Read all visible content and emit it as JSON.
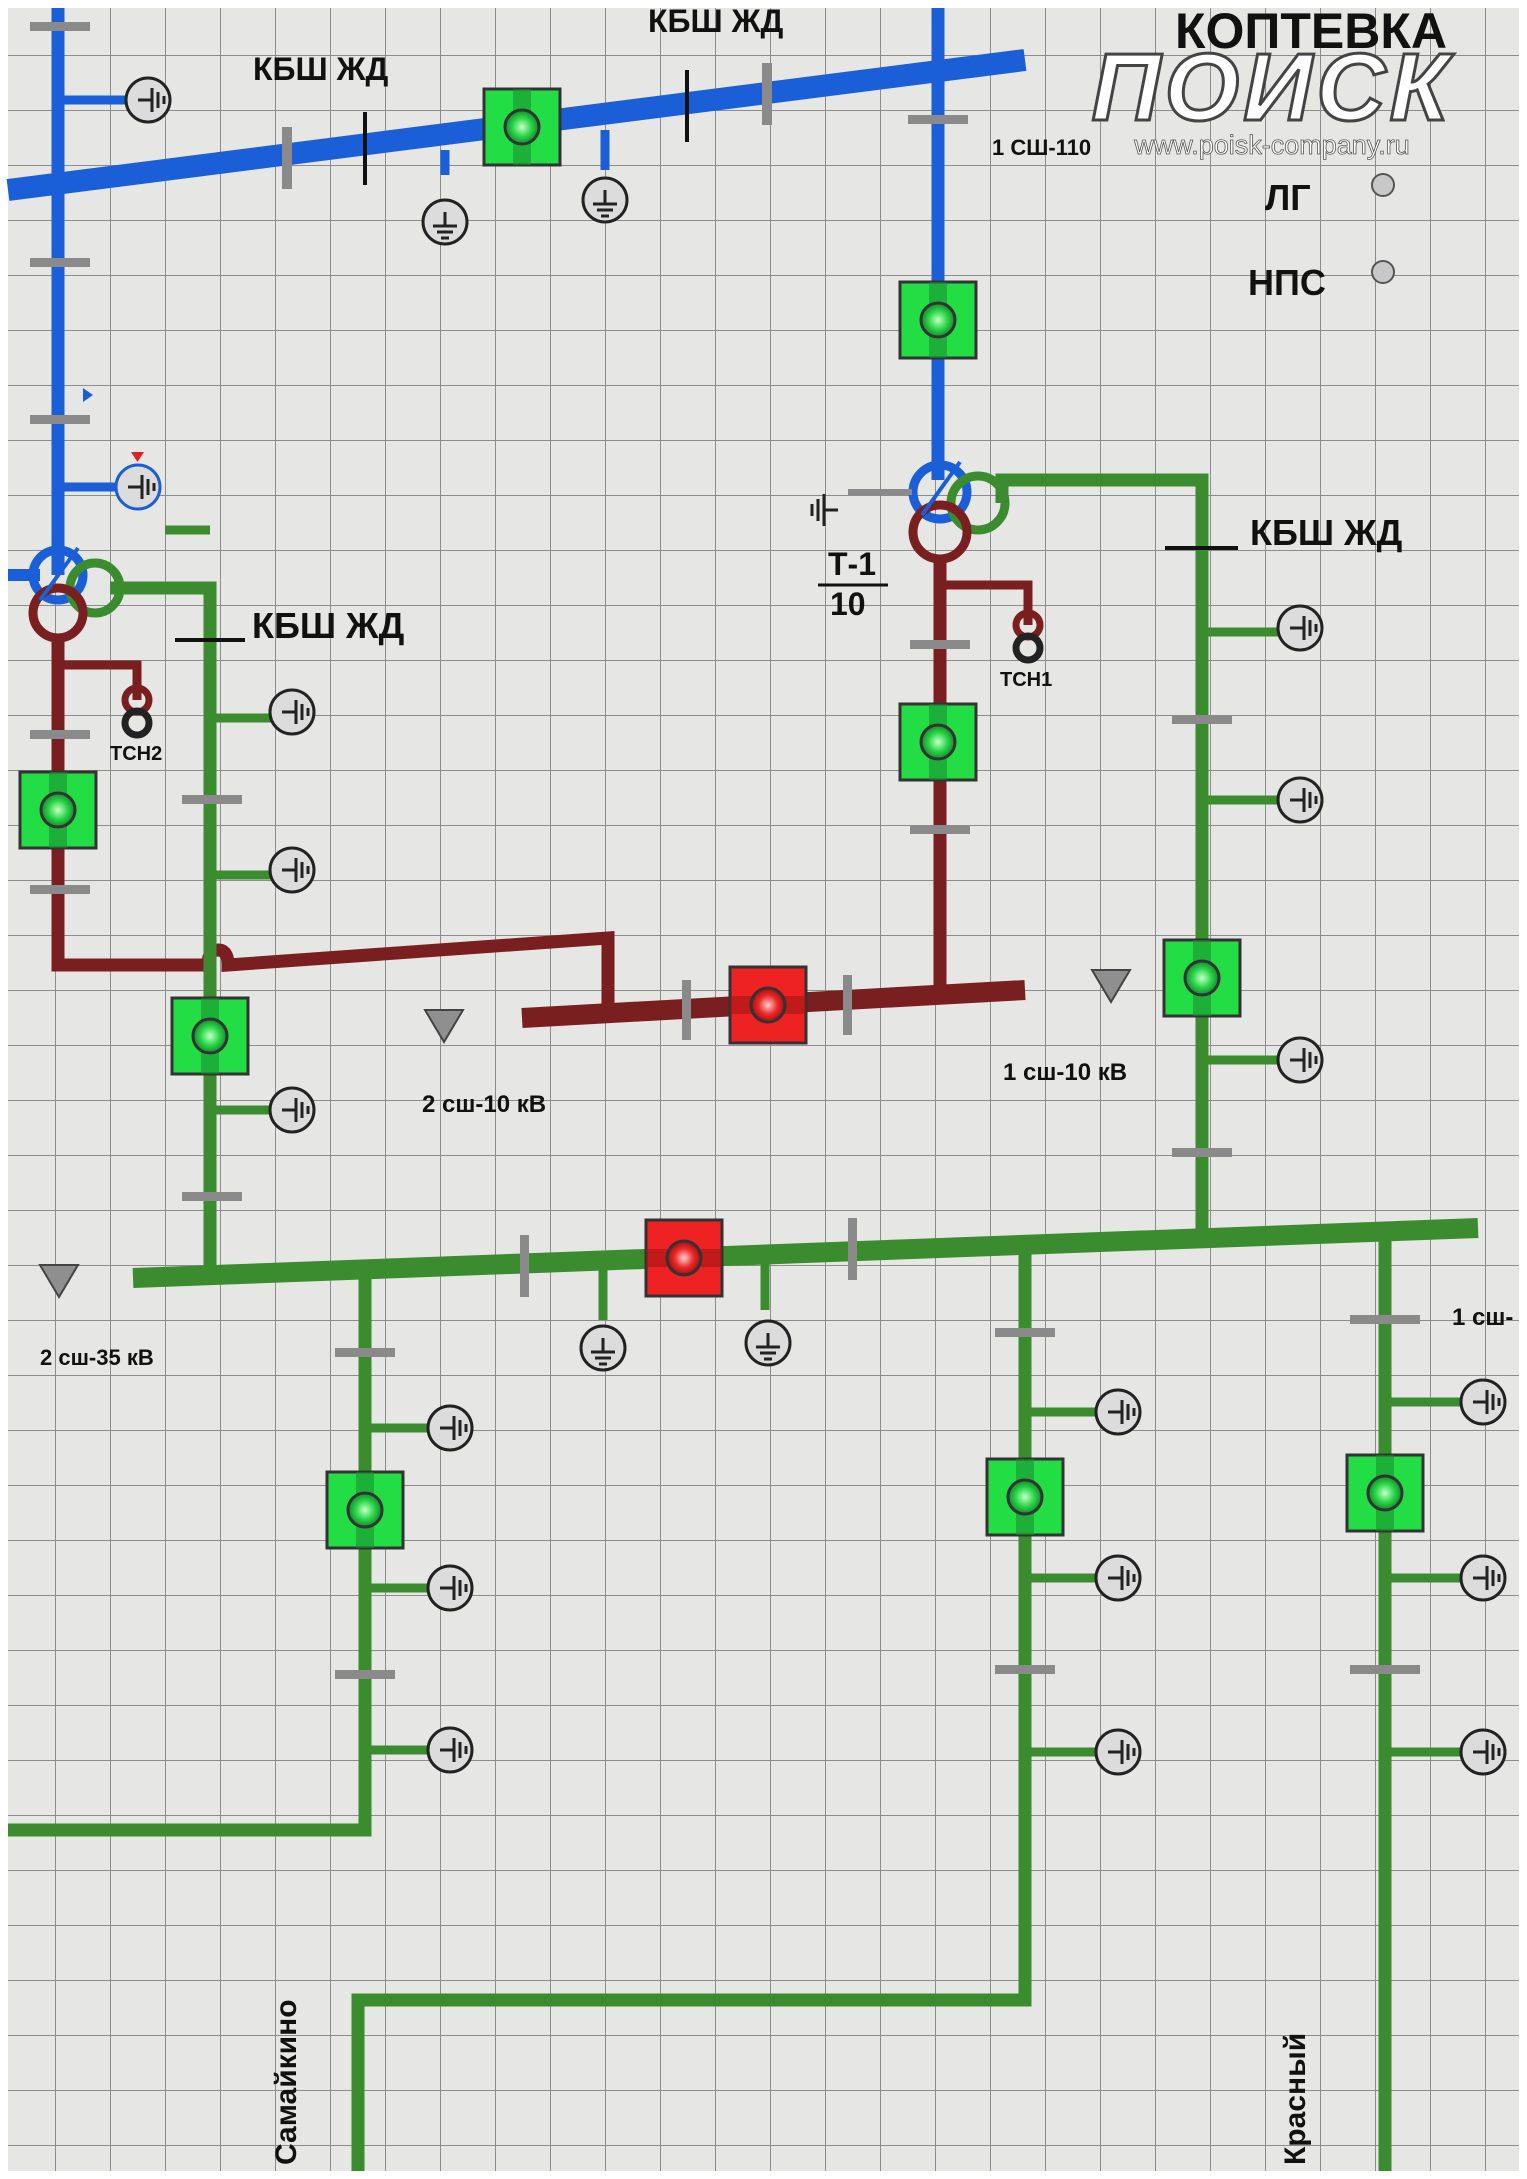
{
  "brand": {
    "name": "ПОИСК",
    "url": "www.poisk-company.ru"
  },
  "labels": {
    "station_partial": "КОПТЕВКА",
    "kbsh_top_left": "КБШ ЖД",
    "kbsh_top_mid": "КБШ ЖД",
    "kbsh_mid_left": "КБШ ЖД",
    "kbsh_mid_right": "КБШ ЖД",
    "bus_110_1": "1 СШ-110",
    "lg": "ЛГ",
    "nps": "НПС",
    "t1_num": "Т-1",
    "t1_den": "10",
    "tsn1": "ТСН1",
    "tsn2": "ТСН2",
    "bus_10_2": "2 сш-10 кВ",
    "bus_10_1": "1 сш-10 кВ",
    "bus_35_2": "2 сш-35 кВ",
    "bus_35_1_partial": "1 сш-",
    "line_samaikino": "Самайкино",
    "line_krasny": "Красный"
  },
  "colors": {
    "panel": "#e7e7e5",
    "grid": "#8f8f8f",
    "bus_110kv": "#1a5fd8",
    "bus_35kv": "#3b8c2f",
    "bus_10kv": "#7a1f1f",
    "breaker_closed": "#22dd44",
    "breaker_open": "#ee2222"
  },
  "breakers": [
    {
      "id": "q-110-kbsh",
      "state": "closed"
    },
    {
      "id": "q-t1-110",
      "state": "closed"
    },
    {
      "id": "q-left-110",
      "state": "closed"
    },
    {
      "id": "q-t2-10",
      "state": "closed"
    },
    {
      "id": "q-t2-35",
      "state": "closed"
    },
    {
      "id": "q-t1-10",
      "state": "closed"
    },
    {
      "id": "q-t1-35",
      "state": "closed"
    },
    {
      "id": "q-sv-10",
      "state": "open"
    },
    {
      "id": "q-sv-35",
      "state": "open"
    },
    {
      "id": "q-line-samaikino",
      "state": "closed"
    },
    {
      "id": "q-line-mid",
      "state": "closed"
    },
    {
      "id": "q-line-krasny",
      "state": "closed"
    }
  ]
}
